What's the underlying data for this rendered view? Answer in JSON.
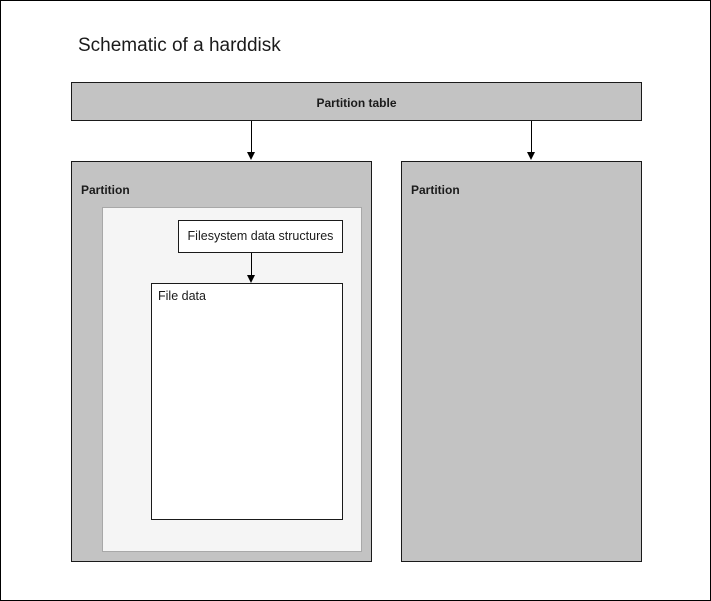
{
  "diagram": {
    "title": "Schematic of a harddisk",
    "partition_table": {
      "label": "Partition table"
    },
    "partitions": [
      {
        "label": "Partition",
        "filesystem": {
          "data_structures_label": "Filesystem data structures",
          "file_data_label": "File data"
        }
      },
      {
        "label": "Partition"
      }
    ],
    "colors": {
      "partition_fill": "#c3c3c3",
      "filesystem_fill": "#f5f5f5",
      "box_fill": "#ffffff",
      "stroke": "#1a1a1a",
      "text": "#1b1b1b"
    }
  }
}
